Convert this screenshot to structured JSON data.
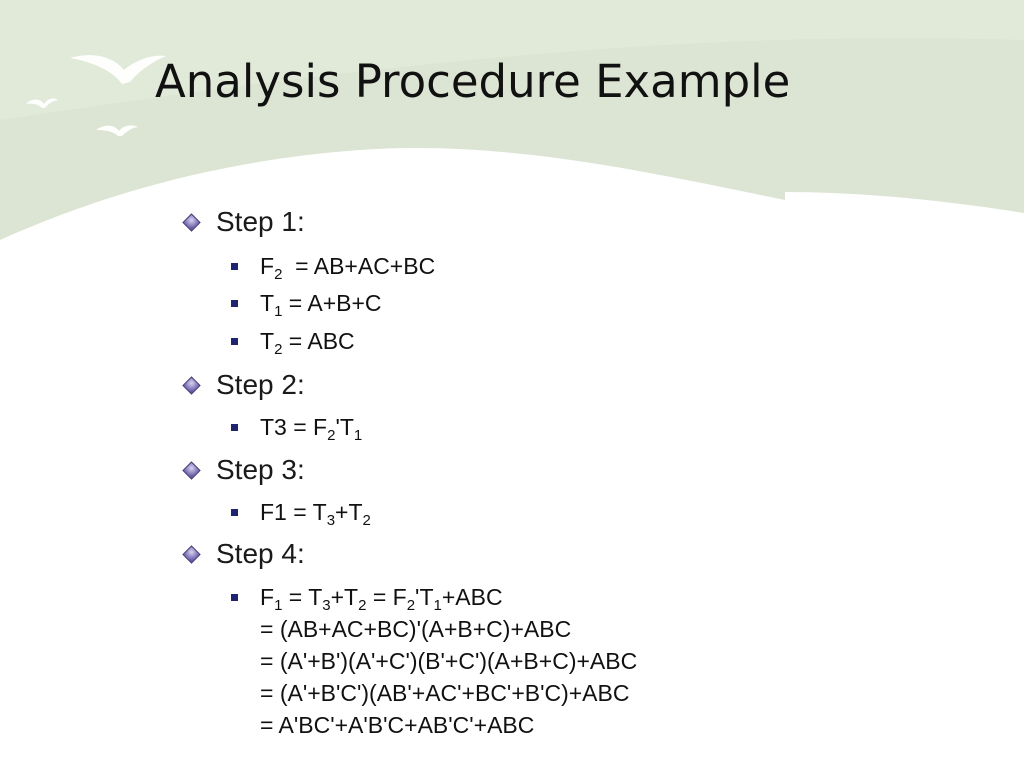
{
  "slide": {
    "title": "Analysis Procedure Example",
    "colors": {
      "header_band": "#dce5d3",
      "header_band_light": "#e7ede0",
      "bird": "#ffffff",
      "step_bullet": "#5a4f9c",
      "sub_bullet": "#1f2470",
      "text": "#111111"
    },
    "decoration_icons": [
      "seagull-icon",
      "seagull-icon",
      "seagull-icon"
    ]
  },
  "steps": [
    {
      "label": "Step 1:",
      "items": [
        {
          "parts": [
            "F",
            "2",
            "  = AB+AC+BC"
          ]
        },
        {
          "parts": [
            "T",
            "1",
            " = A+B+C"
          ]
        },
        {
          "parts": [
            "T",
            "2",
            " = ABC"
          ]
        }
      ]
    },
    {
      "label": "Step 2:",
      "items": [
        {
          "parts": [
            "T3 = F",
            "2",
            "'T",
            "1"
          ]
        }
      ]
    },
    {
      "label": "Step 3:",
      "items": [
        {
          "parts": [
            "F1 = T",
            "3",
            "+T",
            "2"
          ]
        }
      ]
    },
    {
      "label": "Step 4:",
      "items": [
        {
          "parts": [
            "F",
            "1",
            " = T",
            "3",
            "+T",
            "2",
            " = F",
            "2",
            "'T",
            "1",
            "+ABC"
          ]
        }
      ],
      "continuation_lines": [
        "= (AB+AC+BC)'(A+B+C)+ABC",
        "= (A'+B')(A'+C')(B'+C')(A+B+C)+ABC",
        "= (A'+B'C')(AB'+AC'+BC'+B'C)+ABC",
        "= A'BC'+A'B'C+AB'C'+ABC"
      ]
    }
  ]
}
